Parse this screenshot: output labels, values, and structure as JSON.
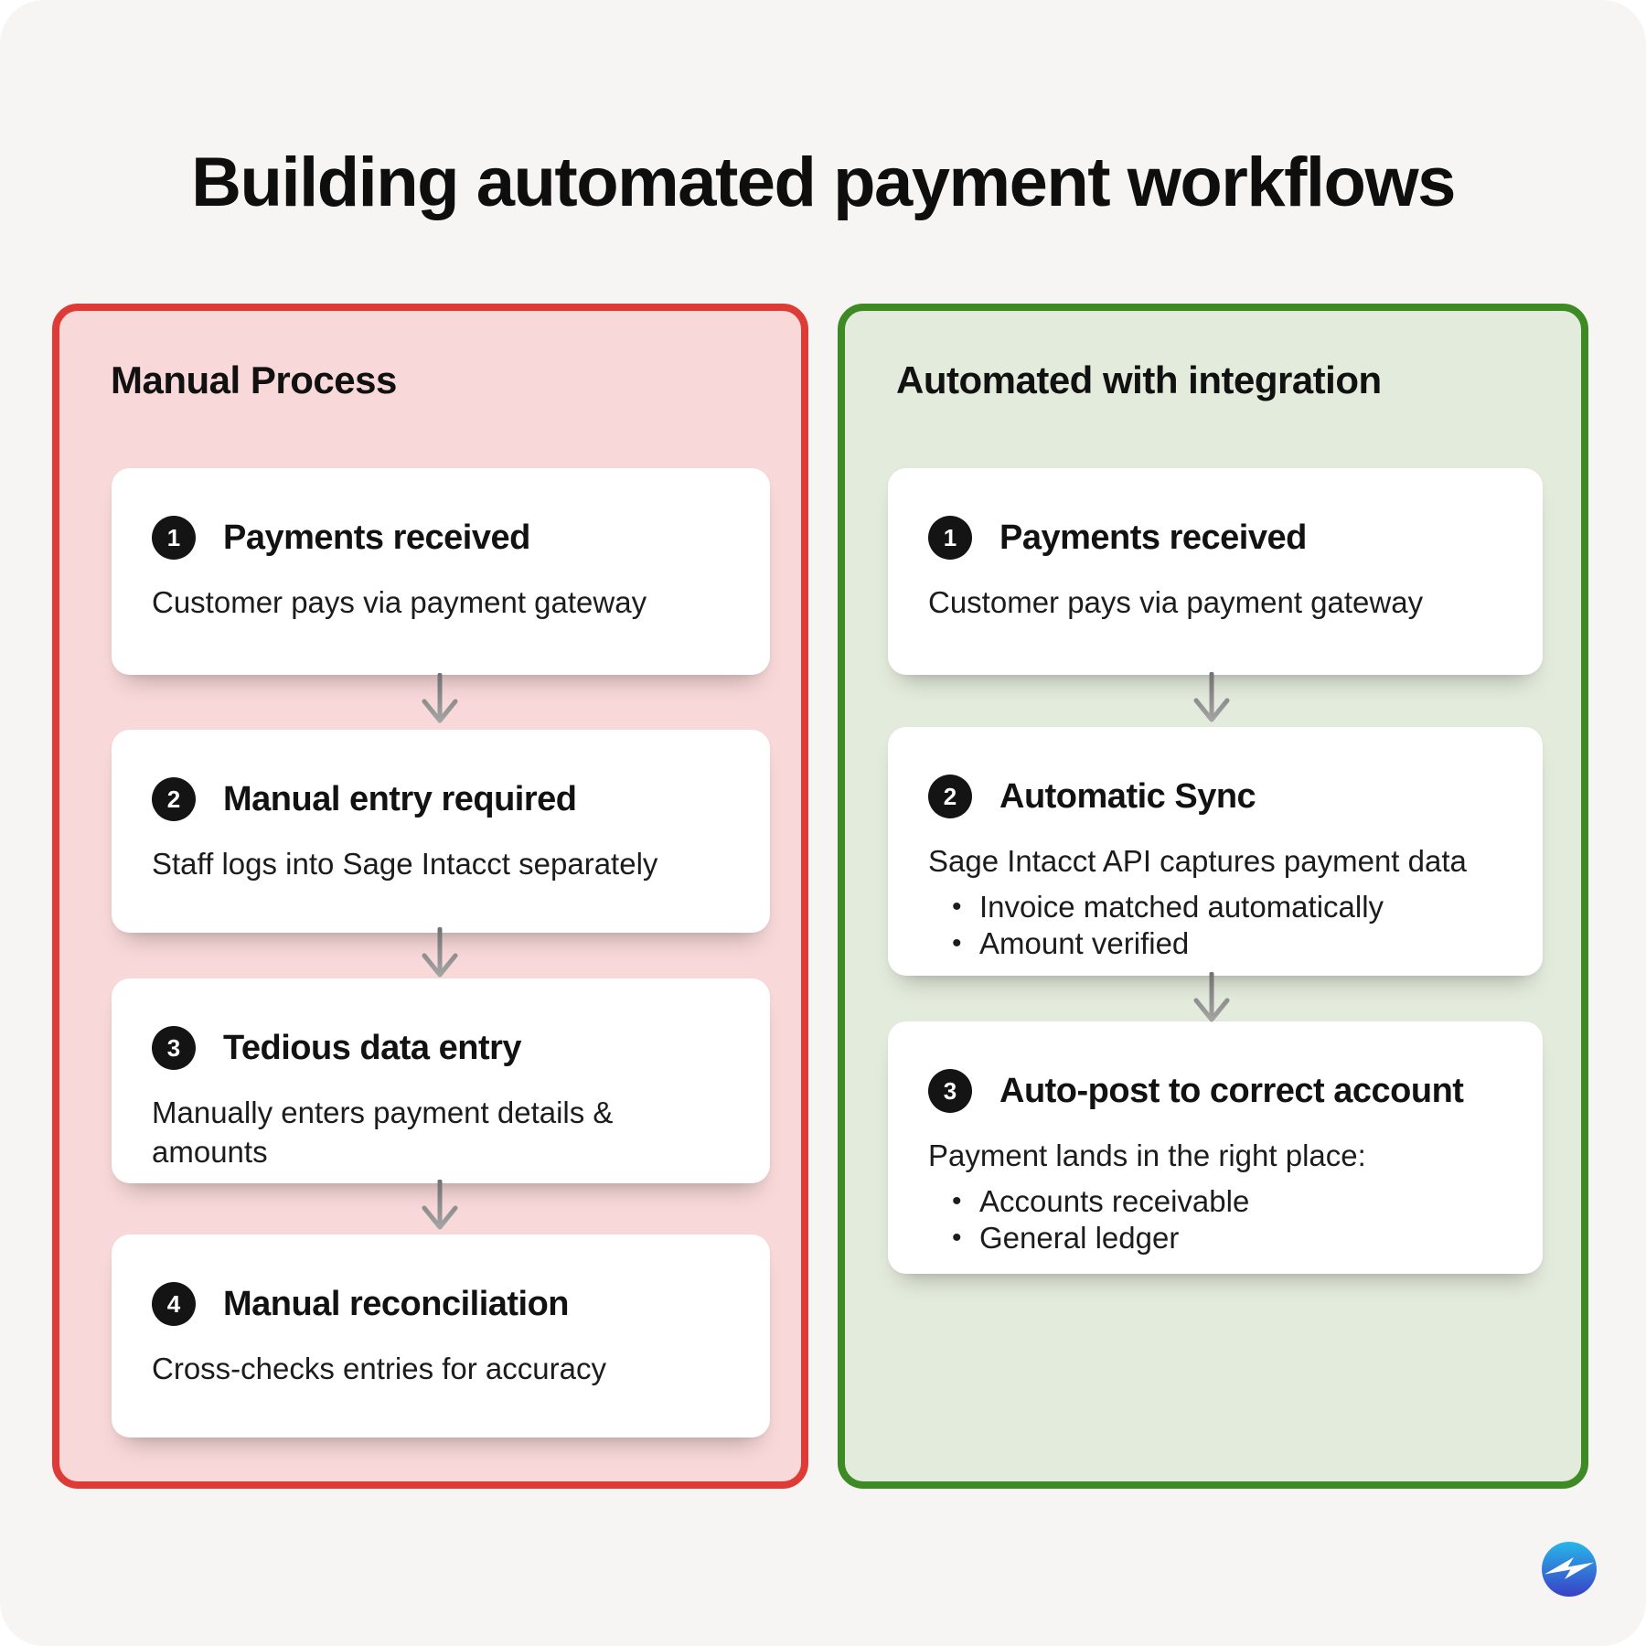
{
  "page": {
    "title": "Building automated payment workflows",
    "background_color": "#f6f5f4"
  },
  "panels": [
    {
      "title": "Manual Process",
      "border_color": "#de3b37",
      "background_color": "#f8d8d8",
      "steps": [
        {
          "number": "1",
          "title": "Payments received",
          "description": "Customer pays via payment gateway"
        },
        {
          "number": "2",
          "title": "Manual entry required",
          "description": "Staff logs into Sage Intacct separately"
        },
        {
          "number": "3",
          "title": "Tedious data entry",
          "description": "Manually enters payment details & amounts"
        },
        {
          "number": "4",
          "title": "Manual reconciliation",
          "description": "Cross-checks entries for accuracy"
        }
      ]
    },
    {
      "title": "Automated with integration",
      "border_color": "#3e8a24",
      "background_color": "#e3ebdc",
      "steps": [
        {
          "number": "1",
          "title": "Payments received",
          "description": "Customer pays via payment gateway"
        },
        {
          "number": "2",
          "title": "Automatic Sync",
          "description": "Sage Intacct API captures payment data",
          "bullets": [
            "Invoice matched automatically",
            "Amount verified"
          ]
        },
        {
          "number": "3",
          "title": "Auto-post to correct account",
          "description": "Payment lands in the right place:",
          "bullets": [
            "Accounts receivable",
            "General ledger"
          ]
        }
      ]
    }
  ],
  "connectors": {
    "icon": "arrow-down-icon",
    "color": "#8c8c8c",
    "count": 5
  },
  "logo": {
    "icon": "lightning-bolt-circle-icon",
    "gradient_top": "#27b7e9",
    "gradient_bottom": "#3a3fc7"
  }
}
